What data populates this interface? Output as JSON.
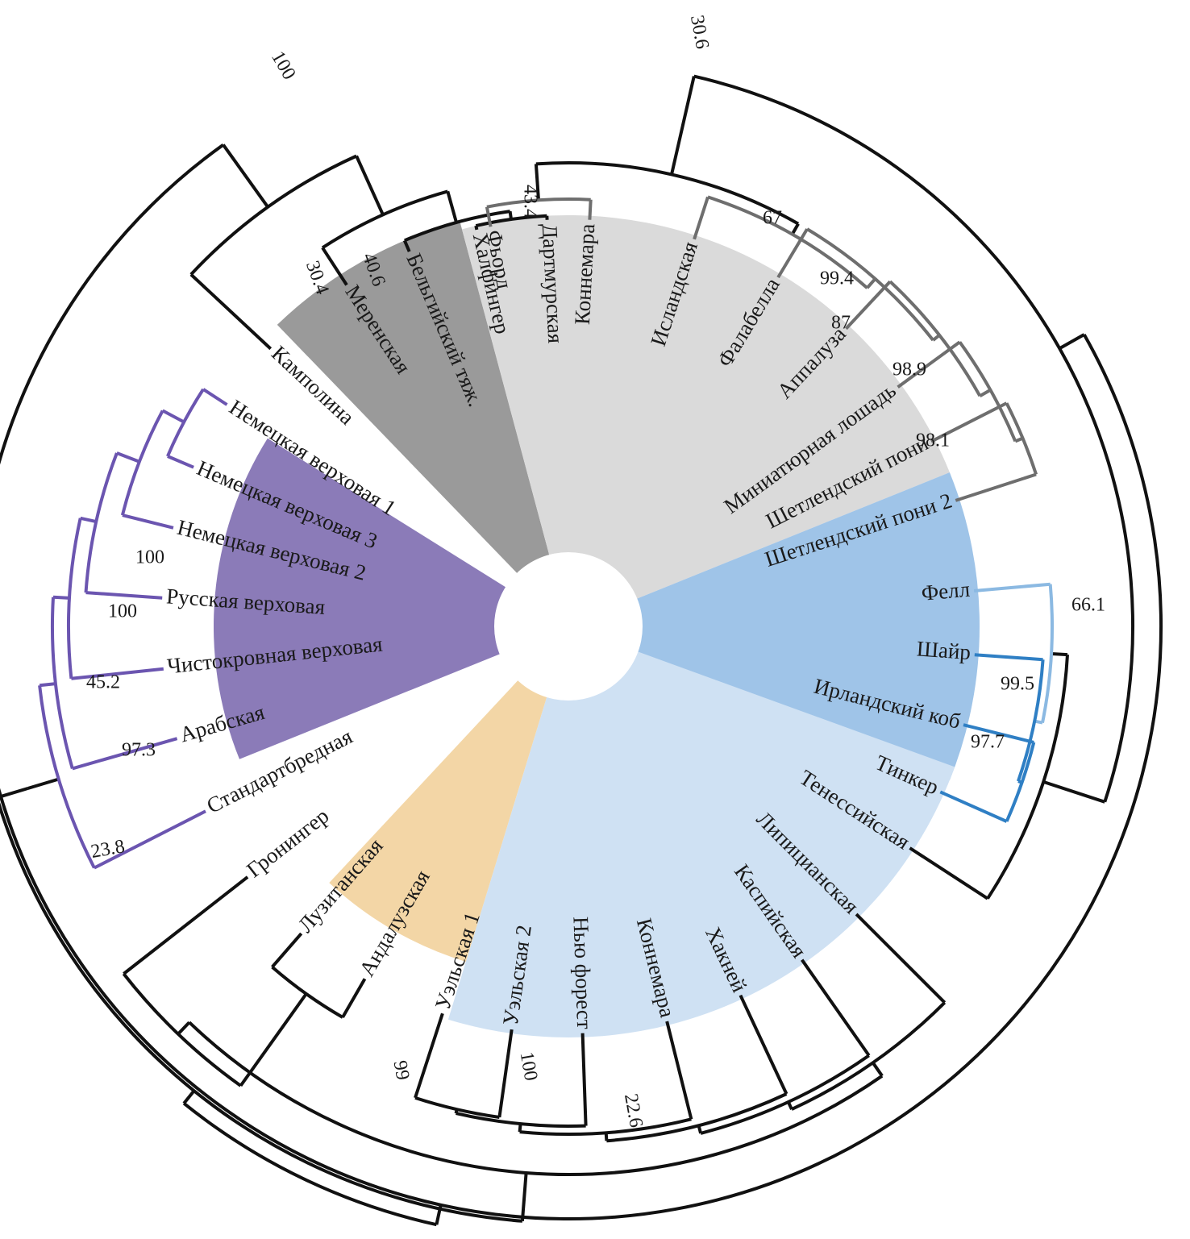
{
  "colors": {
    "background": "#ffffff",
    "dark_gray_sector": "#9a9a9a",
    "light_gray_sector": "#dadada",
    "blue_sector": "#9fc4e8",
    "purple_sector": "#8b7bb8",
    "tan_sector": "#f3d6a6",
    "pale_blue_sector": "#cfe1f3",
    "black_branch": "#111111",
    "gray_branch": "#6e6e6e",
    "purple_branch": "#6b55b0",
    "blue_branch": "#2f7fc4",
    "light_blue_branch": "#8bb9e2"
  },
  "taxa": [
    "Фьорд",
    "Коннемара",
    "Исландская",
    "Фалабелла",
    "Аппалуза",
    "Миниатюрная лошадь",
    "Шетлендский пони",
    "Шетлендский пони 2",
    "Фелл",
    "Шайр",
    "Ирландский коб",
    "Тинкер",
    "Тенессийская",
    "Липицианская",
    "Каспийская",
    "Хакней",
    "Коннемара",
    "Нью форест",
    "Уэльская 2",
    "Уэльская 1",
    "Андалузская",
    "Лузитанская",
    "Гронингер",
    "Стандартбредная",
    "Арабская",
    "Чистокровная верховая",
    "Русская верховая",
    "Немецкая верховая 2",
    "Немецкая верховая 3",
    "Немецкая верховая 1",
    "Камполина",
    "Меренская",
    "Бельгийский тяж.",
    "Халфингер",
    "Дартмурская"
  ],
  "bootstrap": [
    "30.6",
    "100",
    "43.4",
    "67",
    "99.4",
    "87",
    "98.9",
    "98.1",
    "66.1",
    "99.5",
    "97.7",
    "30.4",
    "40.6",
    "100",
    "100",
    "45.2",
    "97.3",
    "23.8",
    "99",
    "100",
    "22.6"
  ]
}
